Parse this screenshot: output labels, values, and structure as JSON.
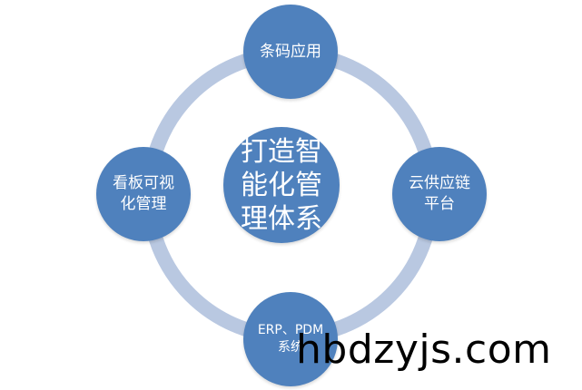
{
  "colors": {
    "node_fill": "#4f81bd",
    "ring_stroke": "#b9c8e1",
    "text": "#ffffff"
  },
  "diagram": {
    "center": "打造智能化管理体系",
    "nodes": {
      "top": "条码应用",
      "right": "云供应链平台",
      "bottom": "ERP、PDM系统",
      "left": "看板可视化管理"
    }
  },
  "watermark": "hbdzyjs.com"
}
